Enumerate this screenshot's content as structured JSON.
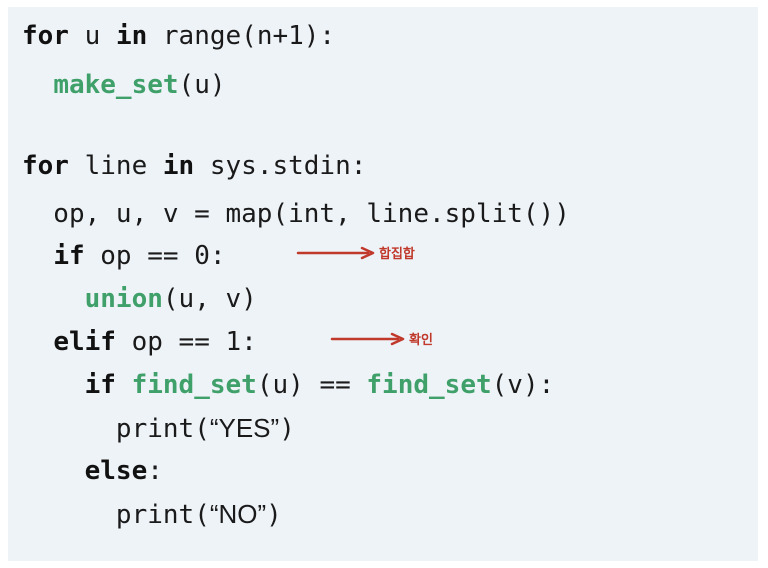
{
  "code": {
    "line1": {
      "kw_for": "for",
      "var": " u ",
      "kw_in": "in",
      "rest": " range(n+1):"
    },
    "line2": {
      "indent": "  ",
      "fn": "make_set",
      "rest": "(u)"
    },
    "line4": {
      "kw_for": "for",
      "var": " line ",
      "kw_in": "in",
      "rest": " sys.stdin:"
    },
    "line5": {
      "text": "  op, u, v = map(int, line.split())"
    },
    "line6": {
      "indent": "  ",
      "kw_if": "if",
      "rest": " op == 0:"
    },
    "line7": {
      "indent": "    ",
      "fn": "union",
      "rest": "(u, v)"
    },
    "line8": {
      "indent": "  ",
      "kw_elif": "elif",
      "rest": " op == 1:"
    },
    "line9": {
      "indent": "    ",
      "kw_if": "if",
      "sp": " ",
      "fn1": "find_set",
      "mid": "(u) == ",
      "fn2": "find_set",
      "rest": "(v):"
    },
    "line10": {
      "indent": "      ",
      "pre": "print(",
      "str": "“YES”",
      "post": ")"
    },
    "line11": {
      "indent": "    ",
      "kw_else": "else",
      "rest": ":"
    },
    "line12": {
      "indent": "      ",
      "pre": "print(",
      "str": "“NO”",
      "post": ")"
    }
  },
  "annotations": {
    "op0_note": "합집합",
    "op1_note": "확인"
  },
  "colors": {
    "background": "#eef3f8",
    "function_green": "#3fa06a",
    "annotation_red": "#c0392b"
  }
}
